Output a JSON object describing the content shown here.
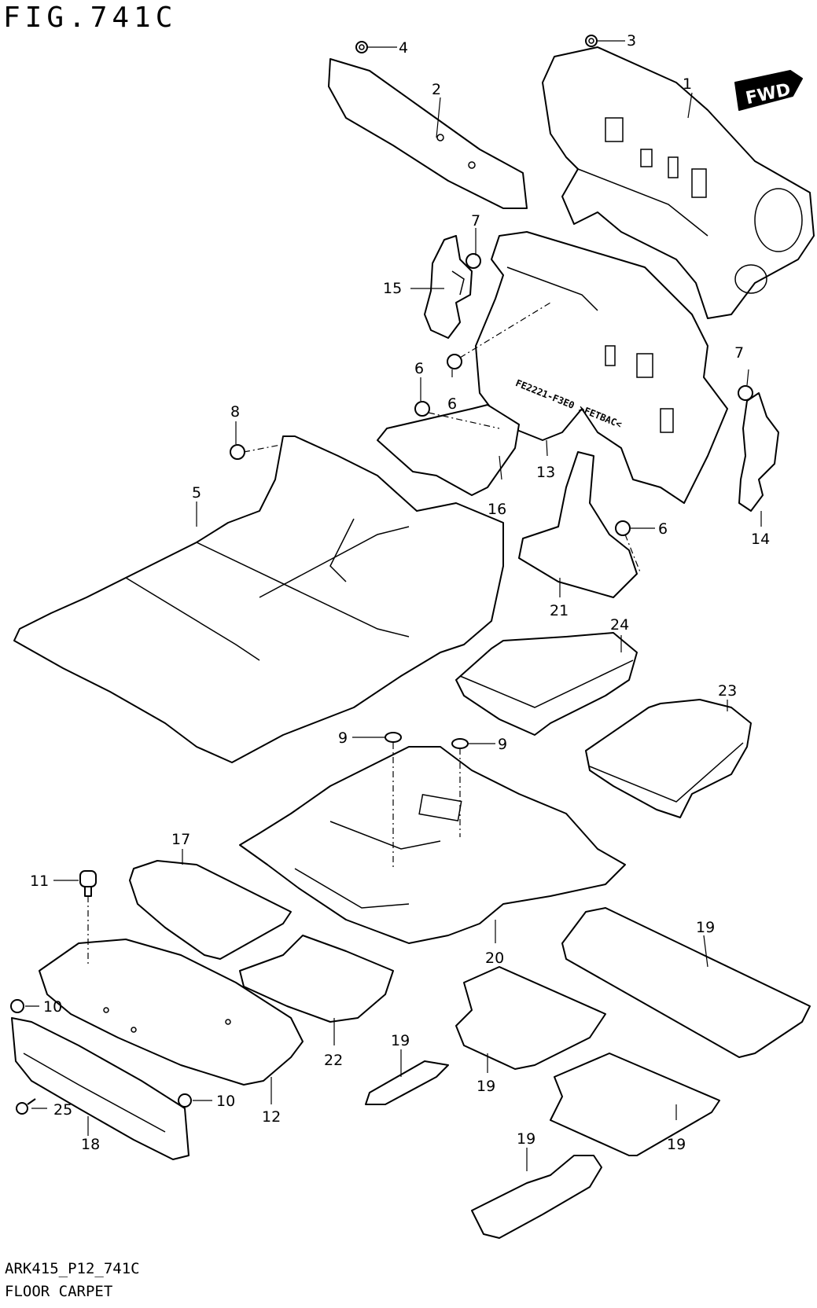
{
  "figure": {
    "title": "FIG.741C",
    "code": "ARK415_P12_741C",
    "caption": "FLOOR CARPET",
    "direction_badge": "FWD",
    "stamp_text": "FE2221-F3E0 >FETBAC<"
  },
  "callouts": [
    {
      "id": "1",
      "label": "1"
    },
    {
      "id": "2",
      "label": "2"
    },
    {
      "id": "3",
      "label": "3"
    },
    {
      "id": "4",
      "label": "4"
    },
    {
      "id": "5",
      "label": "5"
    },
    {
      "id": "6a",
      "label": "6"
    },
    {
      "id": "6b",
      "label": "6"
    },
    {
      "id": "6c",
      "label": "6"
    },
    {
      "id": "7a",
      "label": "7"
    },
    {
      "id": "7b",
      "label": "7"
    },
    {
      "id": "8",
      "label": "8"
    },
    {
      "id": "9a",
      "label": "9"
    },
    {
      "id": "9b",
      "label": "9"
    },
    {
      "id": "10a",
      "label": "10"
    },
    {
      "id": "10b",
      "label": "10"
    },
    {
      "id": "11",
      "label": "11"
    },
    {
      "id": "12",
      "label": "12"
    },
    {
      "id": "13",
      "label": "13"
    },
    {
      "id": "14",
      "label": "14"
    },
    {
      "id": "15",
      "label": "15"
    },
    {
      "id": "16",
      "label": "16"
    },
    {
      "id": "17",
      "label": "17"
    },
    {
      "id": "18",
      "label": "18"
    },
    {
      "id": "19a",
      "label": "19"
    },
    {
      "id": "19b",
      "label": "19"
    },
    {
      "id": "19c",
      "label": "19"
    },
    {
      "id": "19d",
      "label": "19"
    },
    {
      "id": "19e",
      "label": "19"
    },
    {
      "id": "20",
      "label": "20"
    },
    {
      "id": "21",
      "label": "21"
    },
    {
      "id": "22",
      "label": "22"
    },
    {
      "id": "23",
      "label": "23"
    },
    {
      "id": "24",
      "label": "24"
    },
    {
      "id": "25",
      "label": "25"
    }
  ]
}
